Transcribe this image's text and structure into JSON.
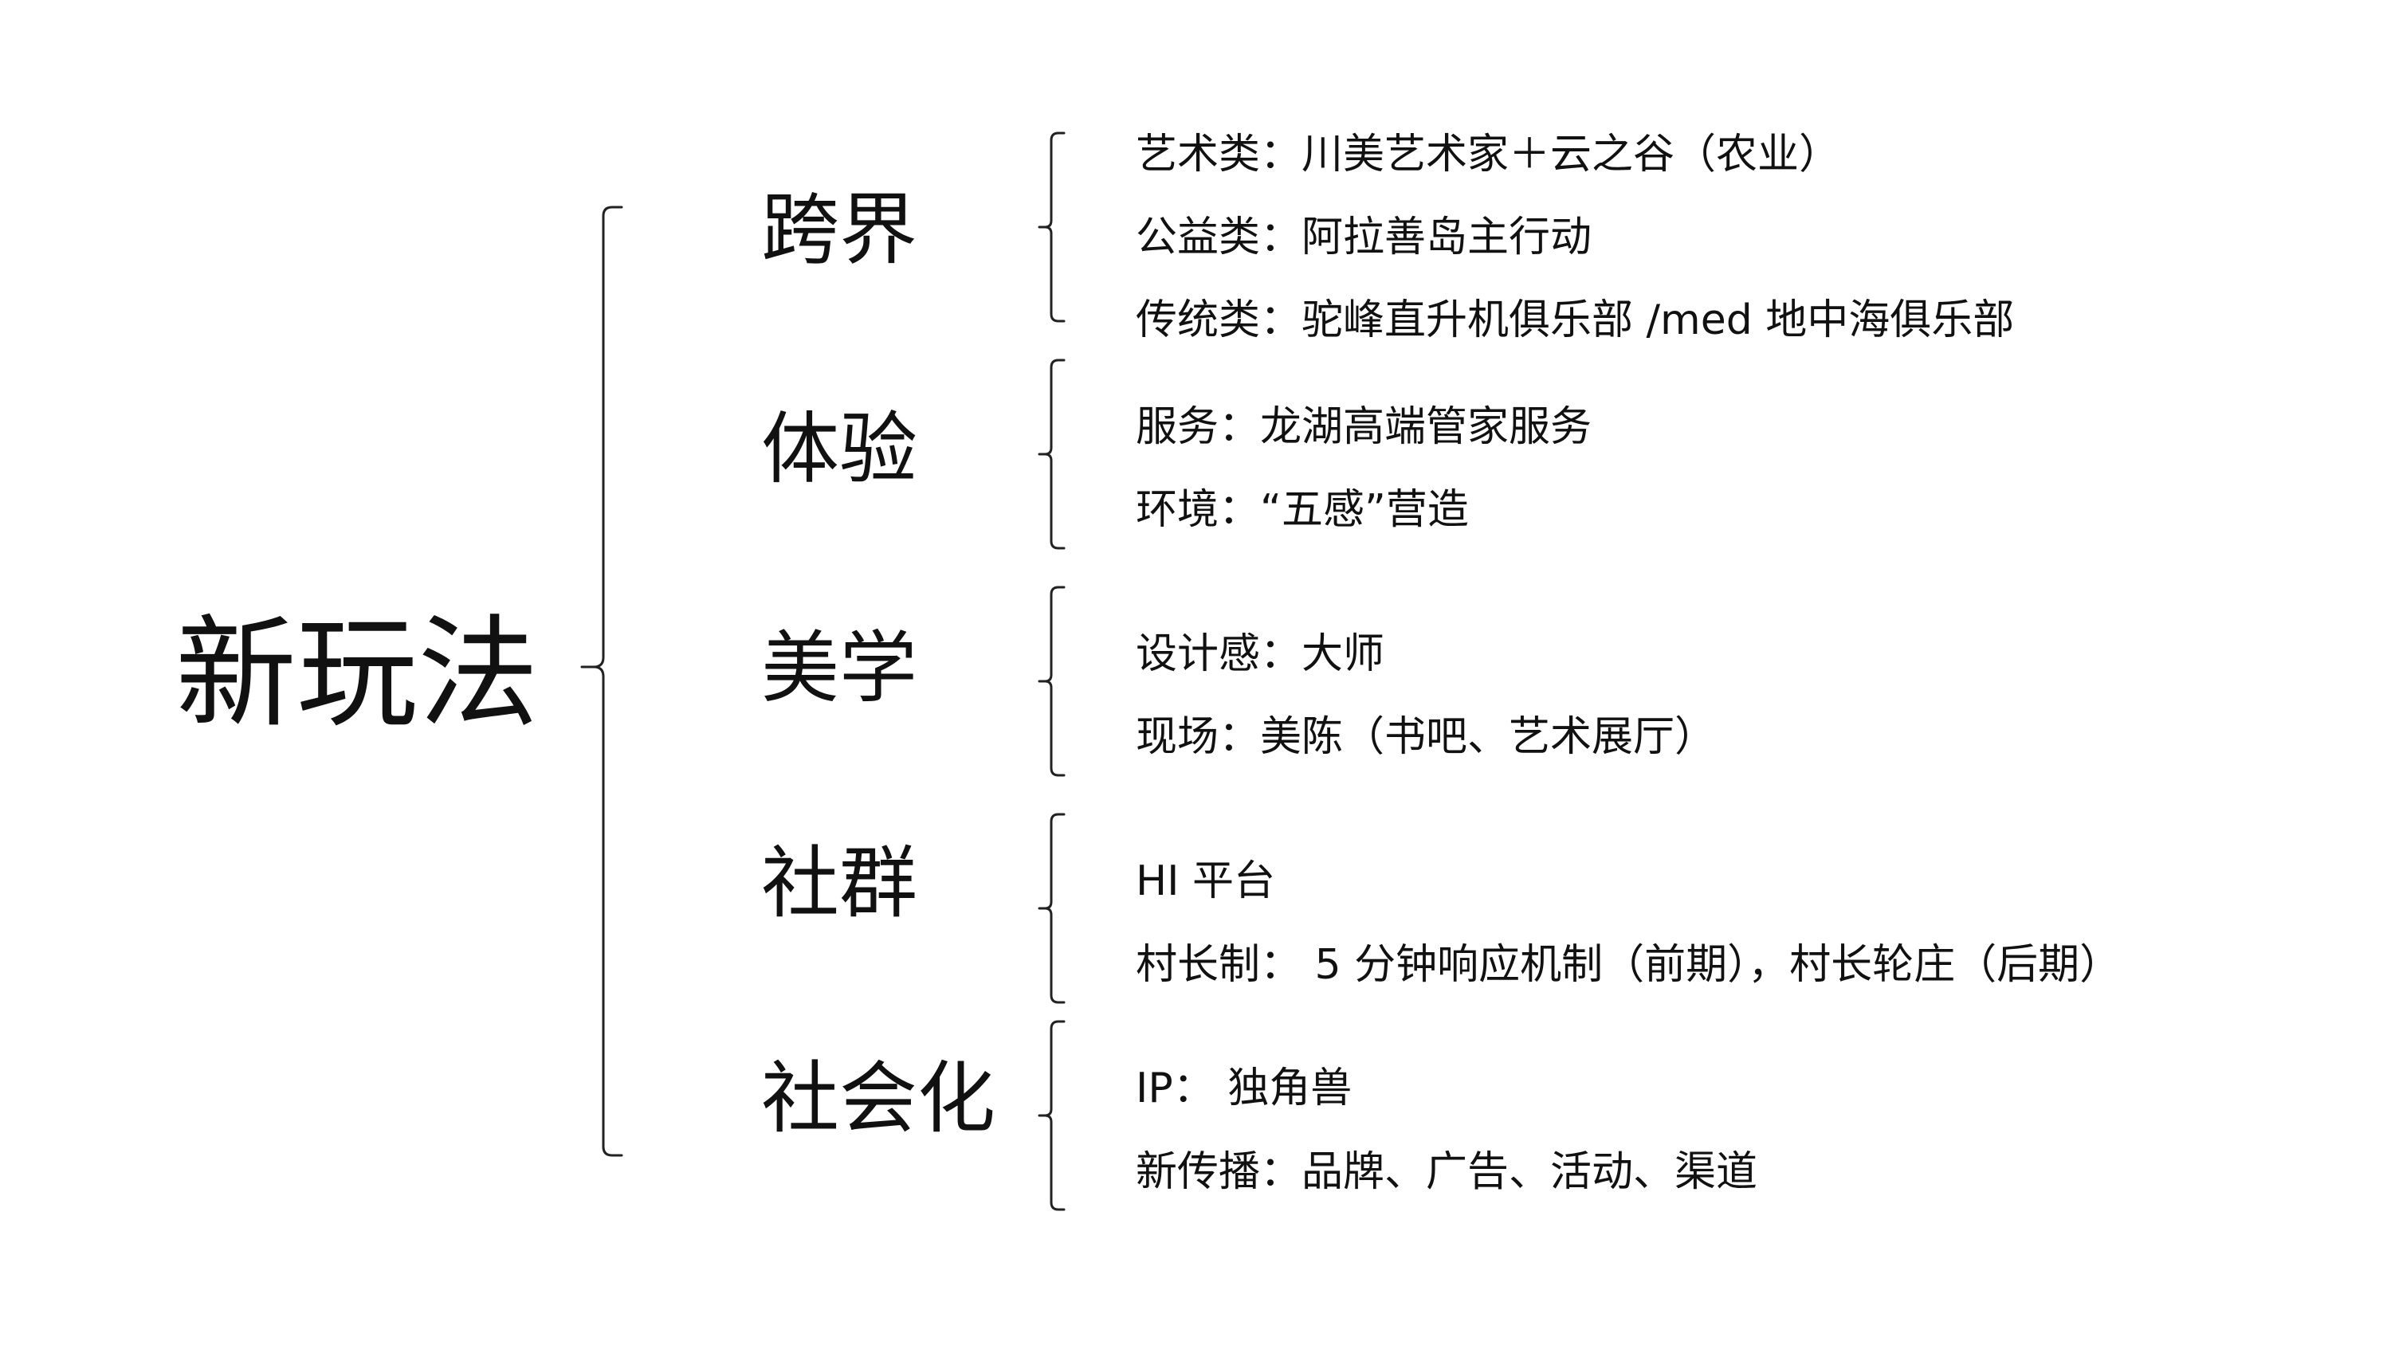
{
  "root": {
    "label": "新玩法"
  },
  "categories": [
    {
      "label": "跨界",
      "items": [
        "艺术类：川美艺术家＋云之谷（农业）",
        "公益类：阿拉善岛主行动",
        "传统类：驼峰直升机俱乐部 /med 地中海俱乐部"
      ]
    },
    {
      "label": "体验",
      "items": [
        "服务：龙湖高端管家服务",
        "环境：“五感”营造"
      ]
    },
    {
      "label": "美学",
      "items": [
        "设计感：大师",
        "现场：美陈（书吧、艺术展厅）"
      ]
    },
    {
      "label": "社群",
      "items": [
        "HI 平台",
        "村长制： 5 分钟响应机制（前期），村长轮庄（后期）"
      ]
    },
    {
      "label": "社会化",
      "items": [
        "IP： 独角兽",
        "新传播：品牌、广告、活动、渠道"
      ]
    }
  ],
  "colors": {
    "background": "#ffffff",
    "text": "#111111",
    "bracket": "#222222"
  }
}
